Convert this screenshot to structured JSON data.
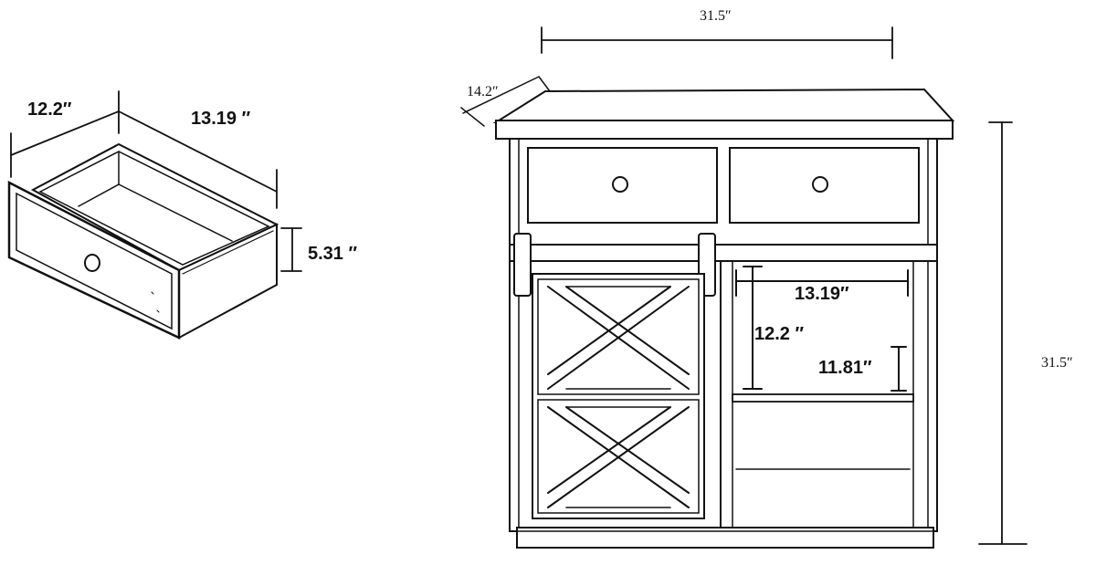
{
  "drawer_dimensions": {
    "depth": "12.2″",
    "width": "13.19 ″",
    "height": "5.31 ″"
  },
  "cabinet_dimensions": {
    "overall_width": "31.5″",
    "overall_depth": "14.2″",
    "overall_height": "31.5″"
  },
  "interior_dimensions": {
    "shelf_width": "13.19″",
    "shelf_depth": "12.2 ″",
    "shelf_height": "11.81″"
  }
}
